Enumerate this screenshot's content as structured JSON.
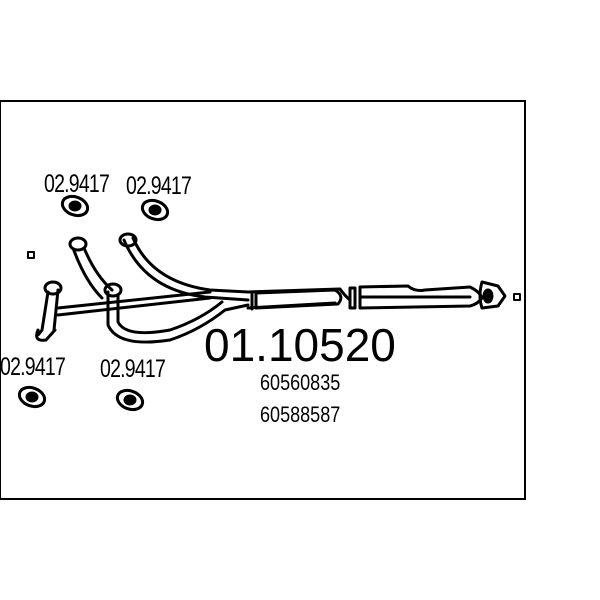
{
  "part_number": "01.10520",
  "oe_numbers": [
    "60560835",
    "60588587"
  ],
  "gasket_labels": [
    "02.9417",
    "02.9417",
    "02.9417",
    "02.9417"
  ],
  "colors": {
    "line": "#000000",
    "background": "#ffffff"
  }
}
